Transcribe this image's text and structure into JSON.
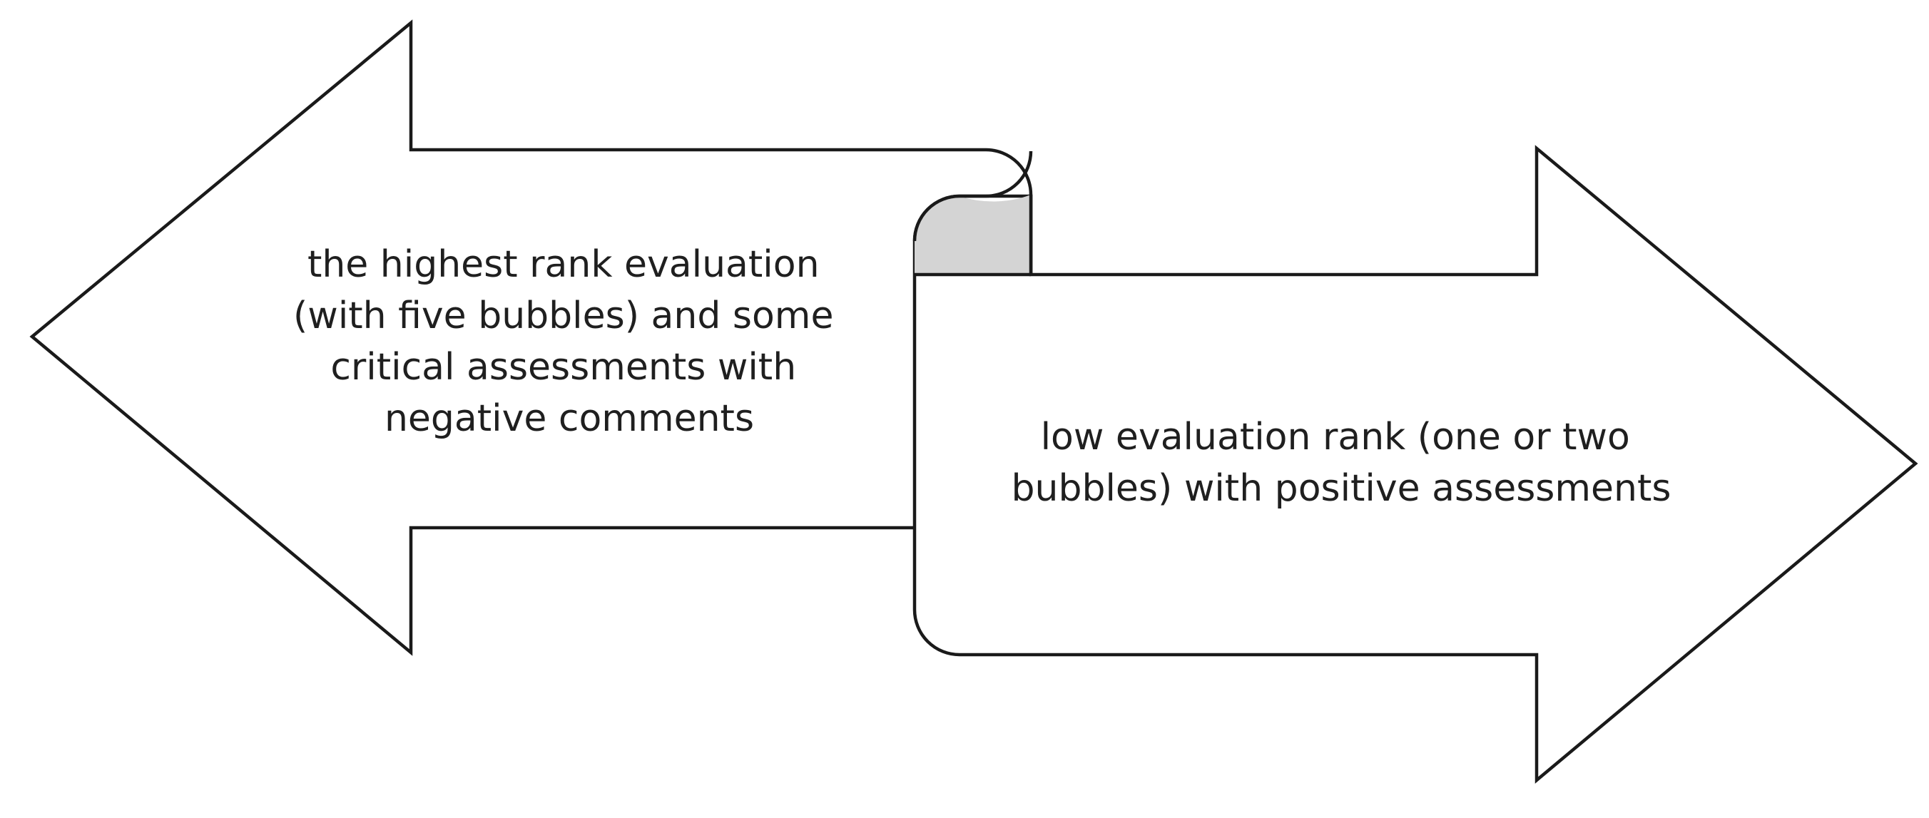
{
  "left_arrow": {
    "lines": [
      "the highest rank evaluation",
      "(with five bubbles) and some",
      "critical assessments with",
      "negative comments"
    ]
  },
  "right_arrow": {
    "lines": [
      "low evaluation rank (one or two",
      "bubbles) with positive assessments"
    ]
  },
  "colors": {
    "stroke": "#1a1a1a",
    "fill": "#ffffff",
    "curl_shade": "#d4d4d4",
    "text": "#1f1f1f"
  }
}
